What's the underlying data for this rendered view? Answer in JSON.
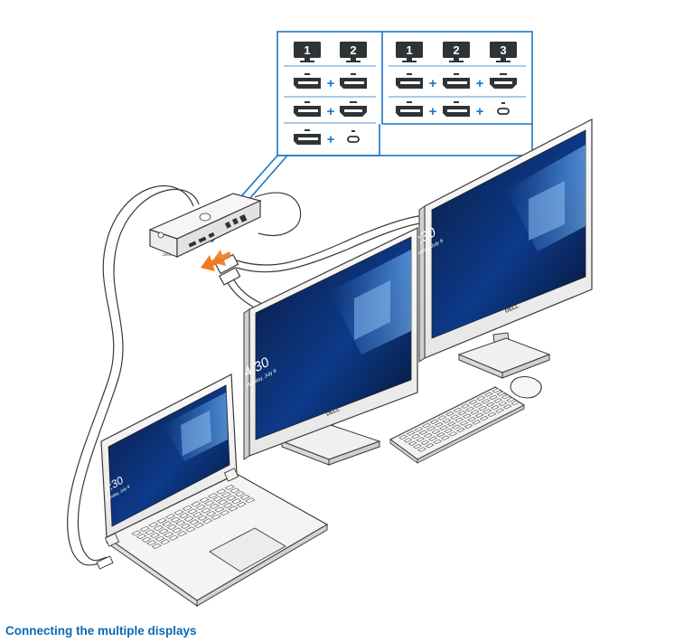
{
  "caption": "Connecting the multiple displays",
  "colors": {
    "accent": "#1877c9",
    "caption": "#0b6ab3",
    "port": "#2e3336",
    "line": "#3a3a3a",
    "arrow": "#f07a20"
  },
  "panel_left": {
    "monitors": [
      "1",
      "2"
    ],
    "rows": [
      [
        {
          "port": "displayport-icon"
        },
        {
          "port": "displayport-icon"
        }
      ],
      [
        {
          "port": "displayport-icon"
        },
        {
          "port": "hdmi-icon"
        }
      ],
      [
        {
          "port": "displayport-icon"
        },
        {
          "port": "usb-c-icon"
        }
      ]
    ]
  },
  "panel_right": {
    "monitors": [
      "1",
      "2",
      "3"
    ],
    "rows": [
      [
        {
          "port": "displayport-icon"
        },
        {
          "port": "displayport-icon"
        },
        {
          "port": "hdmi-icon"
        }
      ],
      [
        {
          "port": "displayport-icon"
        },
        {
          "port": "displayport-icon"
        },
        {
          "port": "usb-c-icon"
        }
      ]
    ]
  },
  "plus": "+",
  "screens": {
    "time": "4:30",
    "date": "Monday, July 9",
    "brand": "DELL"
  }
}
